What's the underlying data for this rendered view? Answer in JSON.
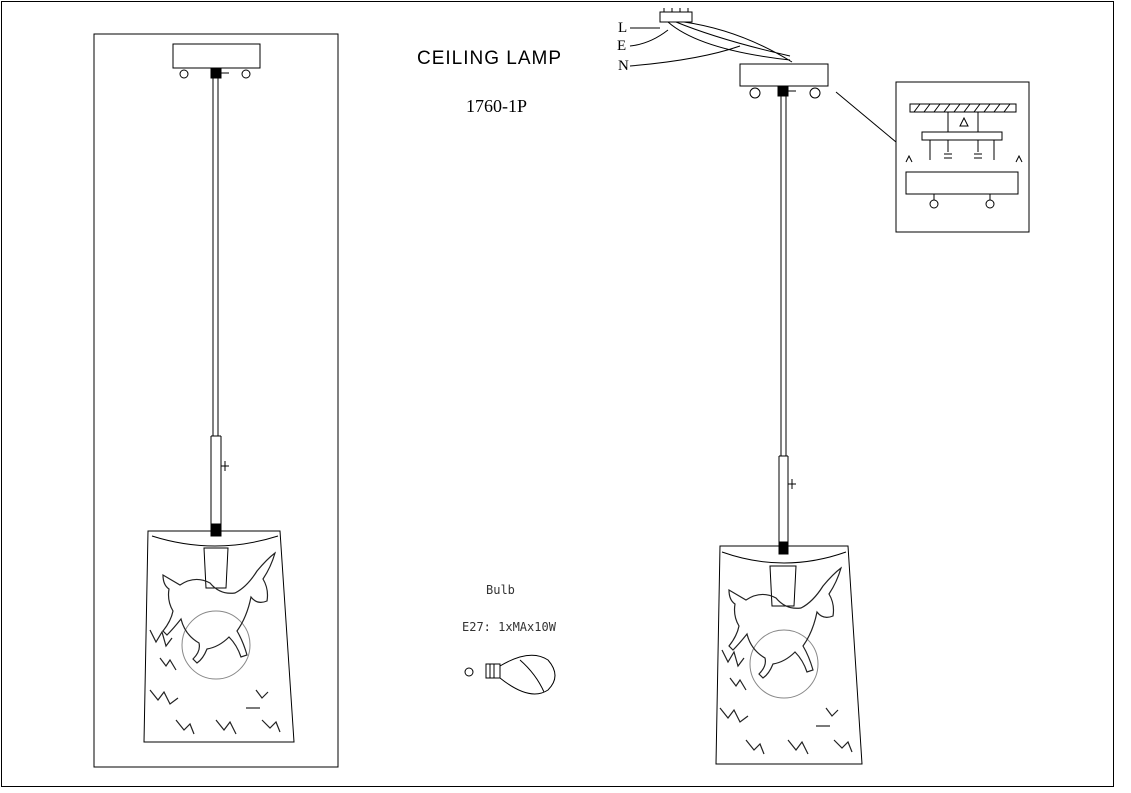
{
  "title": "CEILING LAMP",
  "model": "1760-1P",
  "bulb": {
    "label": "Bulb",
    "spec": "E27: 1xMAx10W"
  },
  "wires": {
    "l": "L",
    "e": "E",
    "n": "N"
  },
  "colors": {
    "line": "#000000",
    "background": "#ffffff"
  }
}
